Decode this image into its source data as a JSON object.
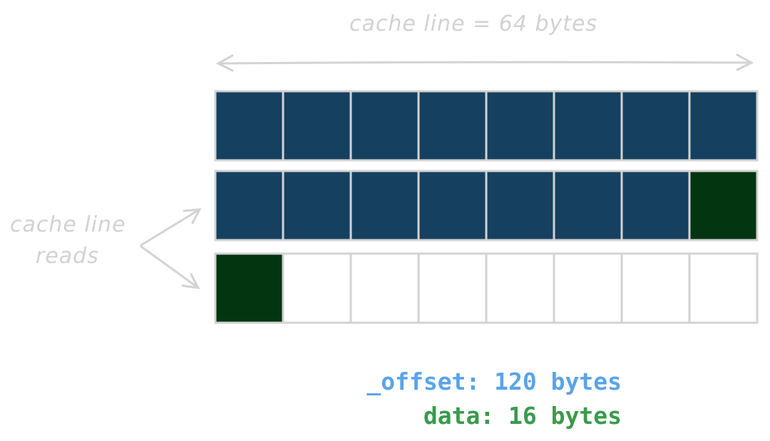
{
  "title": "cache line = 64 bytes",
  "side_label": [
    "cache line",
    "reads"
  ],
  "offset_label": "_offset: 120 bytes",
  "data_label": "data: 16 bytes",
  "colors": {
    "padding": "#16405f",
    "data": "#033610",
    "empty": "#ffffff",
    "stroke": "#d3d3d3",
    "offset_text": "#5aa4e8",
    "data_text": "#3a9a4d"
  },
  "rows": [
    [
      "padding",
      "padding",
      "padding",
      "padding",
      "padding",
      "padding",
      "padding",
      "padding"
    ],
    [
      "padding",
      "padding",
      "padding",
      "padding",
      "padding",
      "padding",
      "padding",
      "data"
    ],
    [
      "data",
      "empty",
      "empty",
      "empty",
      "empty",
      "empty",
      "empty",
      "empty"
    ]
  ]
}
